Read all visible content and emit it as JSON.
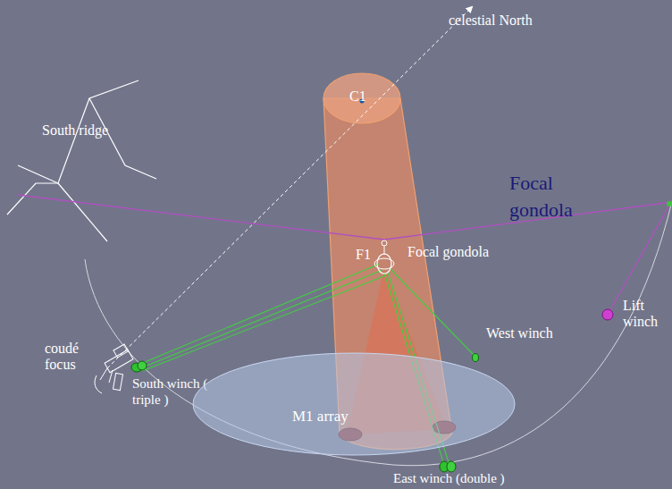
{
  "diagram": {
    "nodes": [
      {
        "text": [
          "M1 array"
        ]
      }
    ],
    "labels": [
      "celestial North",
      "South ridge",
      "C1",
      "Focal gondola",
      "F1",
      "Focal gondola",
      "West winch",
      "Lift winch",
      "coudé focus",
      "South winch ( triple )",
      "East winch (double )"
    ]
  }
}
